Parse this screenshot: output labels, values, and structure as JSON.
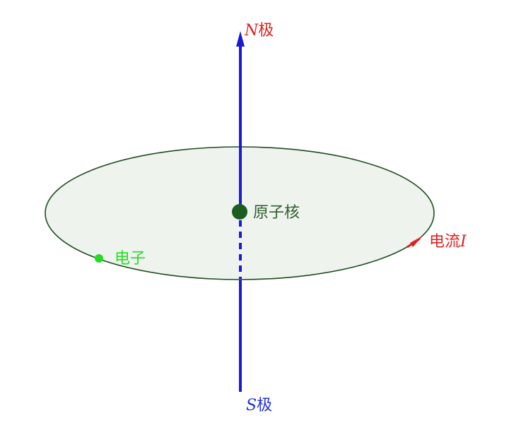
{
  "labels": {
    "north_letter": "N",
    "north_char": "极",
    "south_letter": "S",
    "south_char": "极",
    "nucleus": "原子核",
    "electron": "电子",
    "current_text": "电流",
    "current_letter": "I"
  },
  "colors": {
    "axis": "#1a1ad6",
    "orbit_stroke": "#1f4d1f",
    "orbit_fill": "#eef3ee",
    "nucleus": "#1b5e20",
    "nucleus_label": "#2e5e2e",
    "electron": "#22dd22",
    "current": "#e02020",
    "north_label": "#e02020",
    "south_label": "#2233dd"
  }
}
